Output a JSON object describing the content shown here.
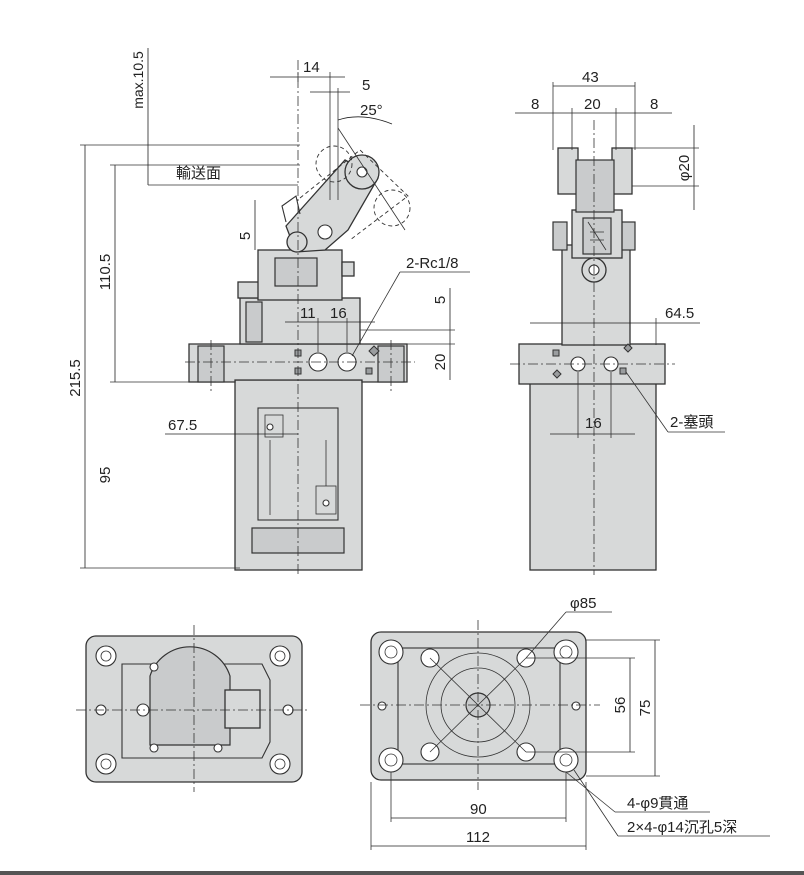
{
  "front_view": {
    "max_stroke": "max.10.5",
    "dim_14": "14",
    "dim_5_top": "5",
    "angle_25": "25°",
    "conveyor_surface": "輸送面",
    "dim_5_roller": "5",
    "dim_110_5": "110.5",
    "dim_215_5": "215.5",
    "port_label": "2-Rc1/8",
    "dim_5_side": "5",
    "dim_11": "11",
    "dim_16": "16",
    "dim_20": "20",
    "dim_67_5": "67.5",
    "dim_95": "95"
  },
  "side_view": {
    "dim_43": "43",
    "dim_8_left": "8",
    "dim_20": "20",
    "dim_8_right": "8",
    "dia_20": "φ20",
    "dim_64_5": "64.5",
    "dim_16": "16",
    "plug_label": "2-塞頭"
  },
  "bottom_view": {
    "dia_85": "φ85",
    "dim_56": "56",
    "dim_75": "75",
    "dim_90": "90",
    "dim_112": "112",
    "through_holes": "4-φ9貫通",
    "counterbore": "2×4-φ14沉孔5深"
  }
}
